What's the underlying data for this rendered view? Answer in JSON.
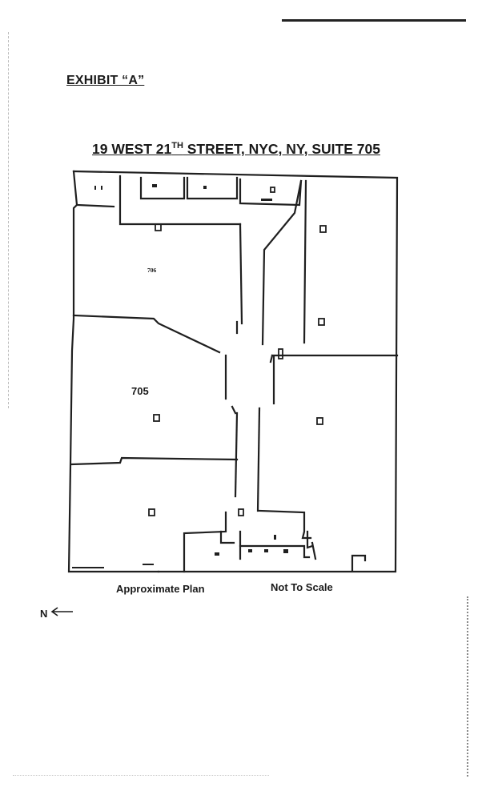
{
  "exhibit_title": "EXHIBIT “A”",
  "address": {
    "prefix": "19 WEST 21",
    "superscript": "TH",
    "suffix": " STREET, NYC, NY, SUITE 705"
  },
  "floor_plan": {
    "room_labels": {
      "suite_706": "706",
      "suite_705": "705"
    }
  },
  "captions": {
    "approximate": "Approximate Plan",
    "scale": "Not To Scale"
  },
  "north_arrow": {
    "letter": "N",
    "icon": "arrow-left-icon",
    "direction": "left"
  },
  "colors": {
    "ink": "#1a1a1a",
    "paper": "#ffffff"
  }
}
